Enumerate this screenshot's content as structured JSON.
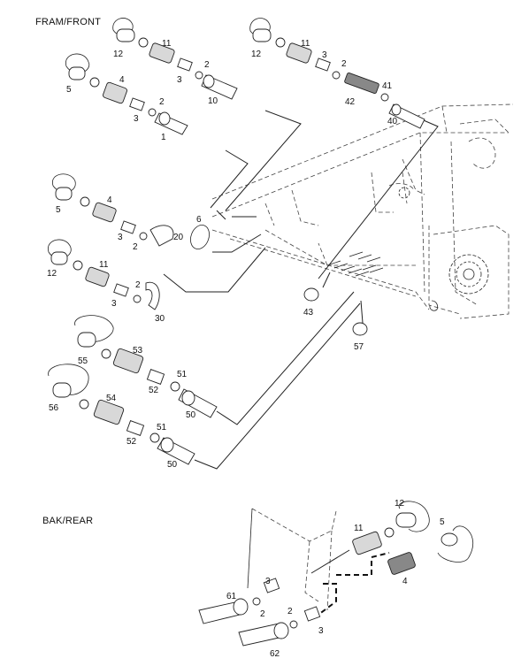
{
  "headings": {
    "front": "FRAM/FRONT",
    "rear": "BAK/REAR"
  },
  "callouts": [
    {
      "id": "c12a",
      "text": "12"
    },
    {
      "id": "c11a",
      "text": "11"
    },
    {
      "id": "c2a",
      "text": "2"
    },
    {
      "id": "c3a",
      "text": "3"
    },
    {
      "id": "c10",
      "text": "10"
    },
    {
      "id": "c5a",
      "text": "5"
    },
    {
      "id": "c4a",
      "text": "4"
    },
    {
      "id": "c2b",
      "text": "2"
    },
    {
      "id": "c3b",
      "text": "3"
    },
    {
      "id": "c1",
      "text": "1"
    },
    {
      "id": "c12b",
      "text": "12"
    },
    {
      "id": "c11b",
      "text": "11"
    },
    {
      "id": "c3c",
      "text": "3"
    },
    {
      "id": "c2c",
      "text": "2"
    },
    {
      "id": "c41",
      "text": "41"
    },
    {
      "id": "c42",
      "text": "42"
    },
    {
      "id": "c40",
      "text": "40"
    },
    {
      "id": "c5b",
      "text": "5"
    },
    {
      "id": "c4b",
      "text": "4"
    },
    {
      "id": "c6",
      "text": "6"
    },
    {
      "id": "c3d",
      "text": "3"
    },
    {
      "id": "c20",
      "text": "20"
    },
    {
      "id": "c2d",
      "text": "2"
    },
    {
      "id": "c12c",
      "text": "12"
    },
    {
      "id": "c11c",
      "text": "11"
    },
    {
      "id": "c2e",
      "text": "2"
    },
    {
      "id": "c3e",
      "text": "3"
    },
    {
      "id": "c30",
      "text": "30"
    },
    {
      "id": "c43",
      "text": "43"
    },
    {
      "id": "c57",
      "text": "57"
    },
    {
      "id": "c55",
      "text": "55"
    },
    {
      "id": "c53",
      "text": "53"
    },
    {
      "id": "c51a",
      "text": "51"
    },
    {
      "id": "c52a",
      "text": "52"
    },
    {
      "id": "c50a",
      "text": "50"
    },
    {
      "id": "c56",
      "text": "56"
    },
    {
      "id": "c54",
      "text": "54"
    },
    {
      "id": "c51b",
      "text": "51"
    },
    {
      "id": "c52b",
      "text": "52"
    },
    {
      "id": "c50b",
      "text": "50"
    },
    {
      "id": "c12d",
      "text": "12"
    },
    {
      "id": "c11d",
      "text": "11"
    },
    {
      "id": "c5c",
      "text": "5"
    },
    {
      "id": "c4c",
      "text": "4"
    },
    {
      "id": "c3f",
      "text": "3"
    },
    {
      "id": "c61",
      "text": "61"
    },
    {
      "id": "c2f",
      "text": "2"
    },
    {
      "id": "c2g",
      "text": "2"
    },
    {
      "id": "c3g",
      "text": "3"
    },
    {
      "id": "c62",
      "text": "62"
    }
  ]
}
